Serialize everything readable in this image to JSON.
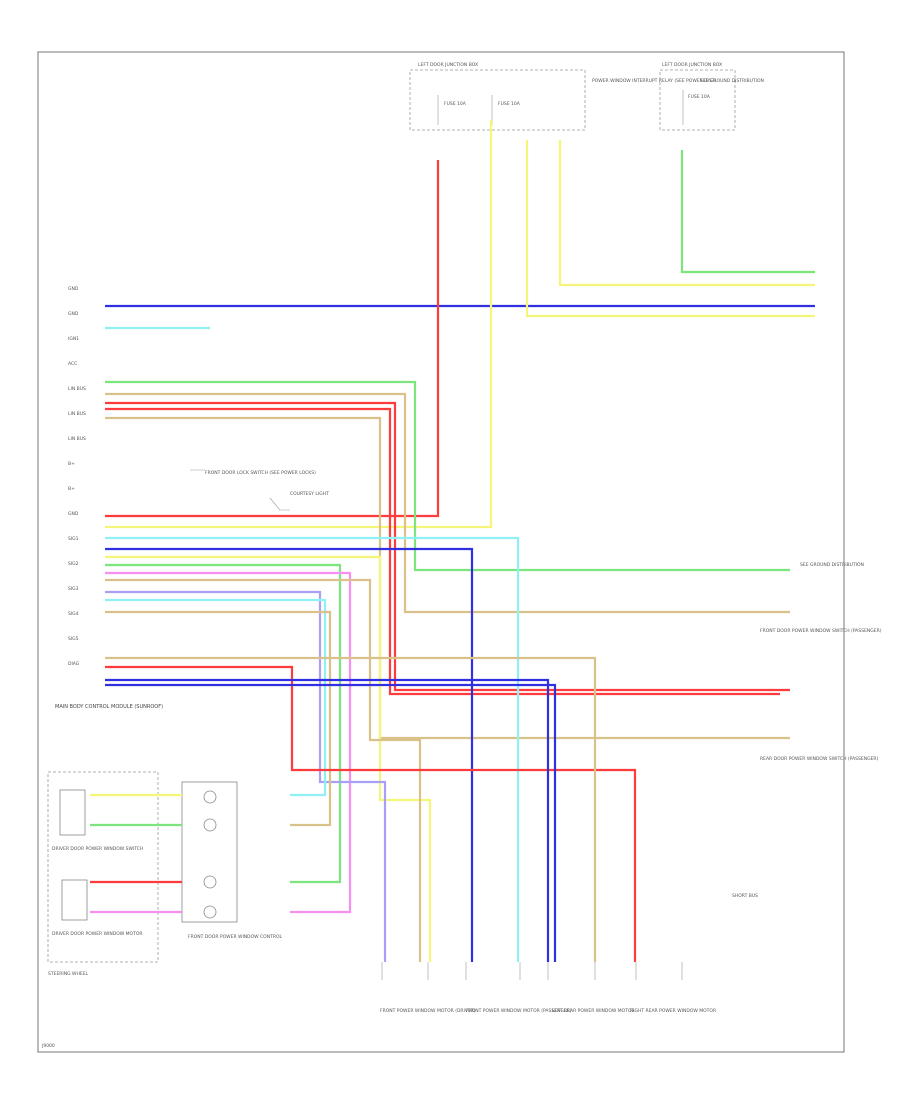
{
  "frame": {
    "bottom_left_label": "J9000"
  },
  "fuse_boxes": [
    {
      "name": "LEFT DOOR JUNCTION BOX",
      "fuses": [
        "FUSE 10A",
        "FUSE 10A"
      ]
    },
    {
      "name": "LEFT DOOR JUNCTION BOX",
      "fuses": [
        "FUSE 10A"
      ]
    }
  ],
  "top_notes": [
    "POWER WINDOW INTERRUPT RELAY (SEE POWER DIST)",
    "SEE GROUND DISTRIBUTION"
  ],
  "control_unit": {
    "name": "MAIN BODY CONTROL MODULE (SUNROOF)",
    "pin_labels": [
      "GND",
      "GND",
      "IGN1",
      "ACC",
      "LIN BUS",
      "LIN BUS",
      "LIN BUS",
      "B+",
      "B+",
      "GND",
      "SIG1",
      "SIG2",
      "SIG3",
      "SIG4",
      "SIG5",
      "DIAG"
    ],
    "callouts": [
      "FRONT DOOR LOCK SWITCH (SEE POWER LOCKS)",
      "COURTESY LIGHT"
    ]
  },
  "right_notes": [
    "FRONT DOOR POWER WINDOW SWITCH (PASSENGER)",
    "REAR DOOR POWER WINDOW SWITCH (PASSENGER)",
    "SEE GROUND DISTRIBUTION"
  ],
  "left_components": [
    {
      "name": "DRIVER DOOR POWER WINDOW SWITCH"
    },
    {
      "name": "DRIVER DOOR POWER WINDOW MOTOR"
    },
    {
      "name": "STEERING WHEEL"
    }
  ],
  "center_component": {
    "name": "FRONT DOOR POWER WINDOW CONTROL"
  },
  "bottom_components": [
    {
      "name": "FRONT POWER WINDOW MOTOR (DRIVER)"
    },
    {
      "name": "FRONT POWER WINDOW MOTOR (PASSENGER)"
    },
    {
      "name": "LEFT REAR POWER WINDOW MOTOR"
    },
    {
      "name": "RIGHT REAR POWER WINDOW MOTOR"
    }
  ],
  "bottom_right_note": "SHORT BUS",
  "wire_colors": {
    "red": "#ff3b3b",
    "blue": "#3030e0",
    "yellow": "#f5f57a",
    "green": "#7de57d",
    "tan": "#d9c28a",
    "cyan": "#8ff0f5",
    "pink": "#f58ff0",
    "violet": "#a8a0f5"
  }
}
